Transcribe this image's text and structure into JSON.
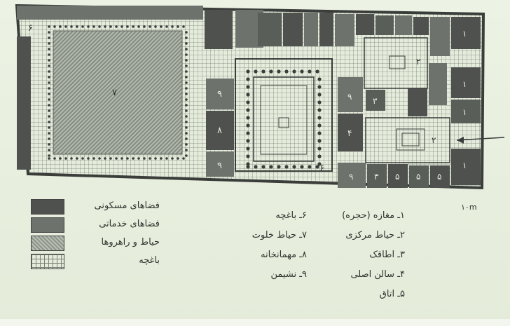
{
  "plan": {
    "room_numbers": {
      "shop": "۱",
      "central_court": "۲",
      "alcove": "۳",
      "main_hall": "۴",
      "room": "۵",
      "garden": "۶",
      "private_court": "۷",
      "guest_house": "۸",
      "living": "۹"
    }
  },
  "legend": {
    "items": [
      {
        "label": "فضاهای مسکونی"
      },
      {
        "label": "فضاهای خدماتی"
      },
      {
        "label": "حیاط و راهروها"
      },
      {
        "label": "باغچه"
      }
    ]
  },
  "key_list": {
    "right_column": [
      "۱ـ مغازه (حجره)",
      "۲ـ حیاط مرکزی",
      "۳ـ اطاقک",
      "۴ـ سالن اصلی",
      "۵ـ اتاق"
    ],
    "left_column": [
      "۶ـ باغچه",
      "۷ـ حیاط خلوت",
      "۸ـ مهمانخانه",
      "۹ـ نشیمن"
    ]
  },
  "scale": {
    "label": "۱۰m"
  },
  "colors": {
    "residential": "#4e514e",
    "service": "#6d726c",
    "wall": "#3a3d3a",
    "grid": "#7a8278",
    "garden_fill": "#e5ecdc"
  }
}
